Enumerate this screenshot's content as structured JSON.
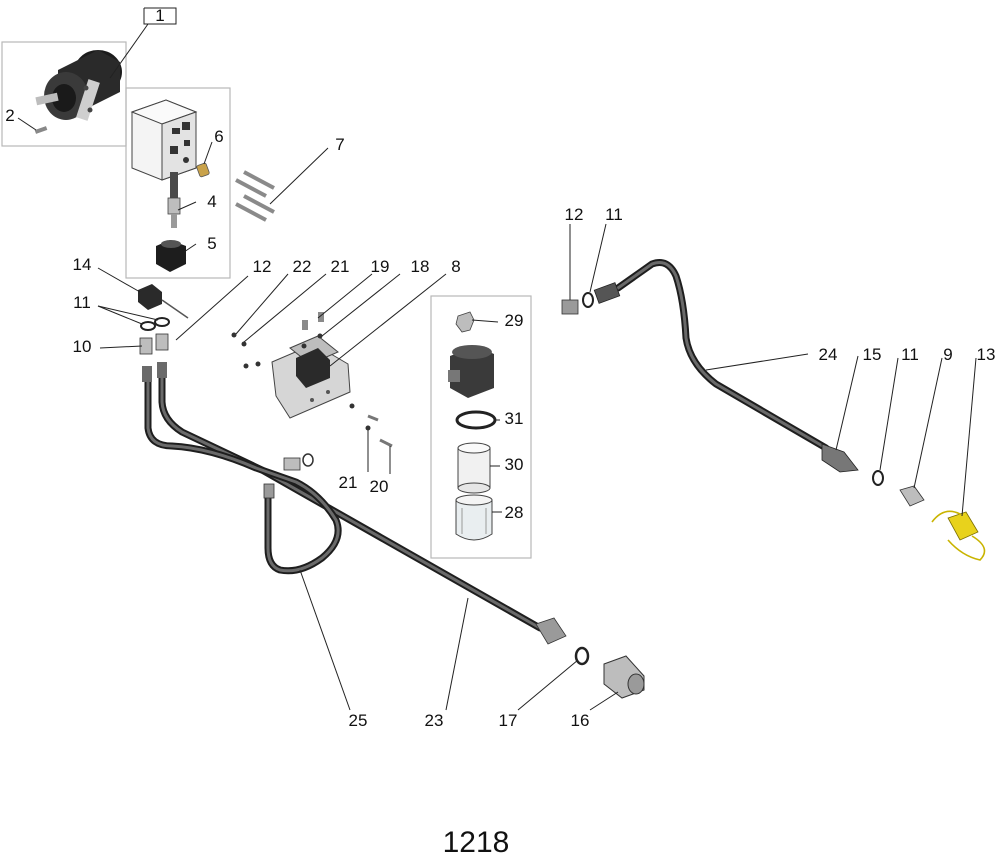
{
  "page_number": "1218",
  "callouts": {
    "c1": "1",
    "c2": "2",
    "c4": "4",
    "c5": "5",
    "c6": "6",
    "c7": "7",
    "c8": "8",
    "c9": "9",
    "c10": "10",
    "c11a": "11",
    "c11b": "11",
    "c11c": "11",
    "c12a": "12",
    "c12b": "12",
    "c13": "13",
    "c14": "14",
    "c15": "15",
    "c16": "16",
    "c17": "17",
    "c18": "18",
    "c19": "19",
    "c20": "20",
    "c21a": "21",
    "c21b": "21",
    "c22": "22",
    "c23": "23",
    "c24": "24",
    "c25": "25",
    "c28": "28",
    "c29": "29",
    "c30": "30",
    "c31": "31"
  },
  "colors": {
    "ink": "#111111",
    "hose": "#1e1e1e",
    "metal_dark": "#2b2b2b",
    "metal_mid": "#8a8a8a",
    "metal_light": "#d9d9d9",
    "valve_block": "#f2f2f2",
    "coupler_yellow": "#e8d21c",
    "group_box": "#b8b8b8"
  }
}
